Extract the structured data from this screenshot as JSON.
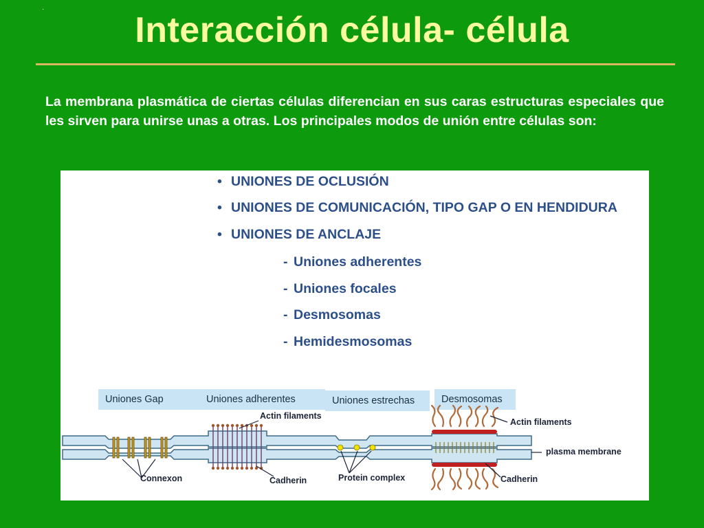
{
  "slide": {
    "dot": "·",
    "title": "Interacción célula- célula",
    "intro": "La membrana plasmática de ciertas células diferencian en sus caras estructuras especiales que les sirven para unirse unas a otras. Los principales modos de unión entre células son:"
  },
  "figure": {
    "bullets": [
      "UNIONES DE OCLUSIÓN",
      "UNIONES DE COMUNICACIÓN, TIPO GAP O EN HENDIDURA",
      "UNIONES DE ANCLAJE"
    ],
    "sub_items": [
      "Uniones adherentes",
      "Uniones focales",
      "Desmosomas",
      "Hemidesmosomas"
    ],
    "bullet_glyph": "•",
    "dash_glyph": "-",
    "tags": {
      "gap": "Uniones Gap",
      "adherentes": "Uniones adherentes",
      "estrechas": "Uniones estrechas",
      "desmosomas": "Desmosomas"
    },
    "labels": {
      "actin_left": "Actin filaments",
      "actin_right": "Actin filaments",
      "connexon": "Connexon",
      "cadherin_left": "Cadherin",
      "protein_complex": "Protein complex",
      "plasma_membrane": "plasma membrane",
      "cadherin_right": "Cadherin"
    },
    "colors": {
      "membrane_fill": "#cfe6f2",
      "membrane_stroke": "#3d6a88",
      "connexon": "#c79a22",
      "cadherin": "#8b3a1f",
      "protein_dot": "#f2e000",
      "desmosome_plate": "#c02020",
      "tag_bg": "#c9e4f4"
    }
  }
}
